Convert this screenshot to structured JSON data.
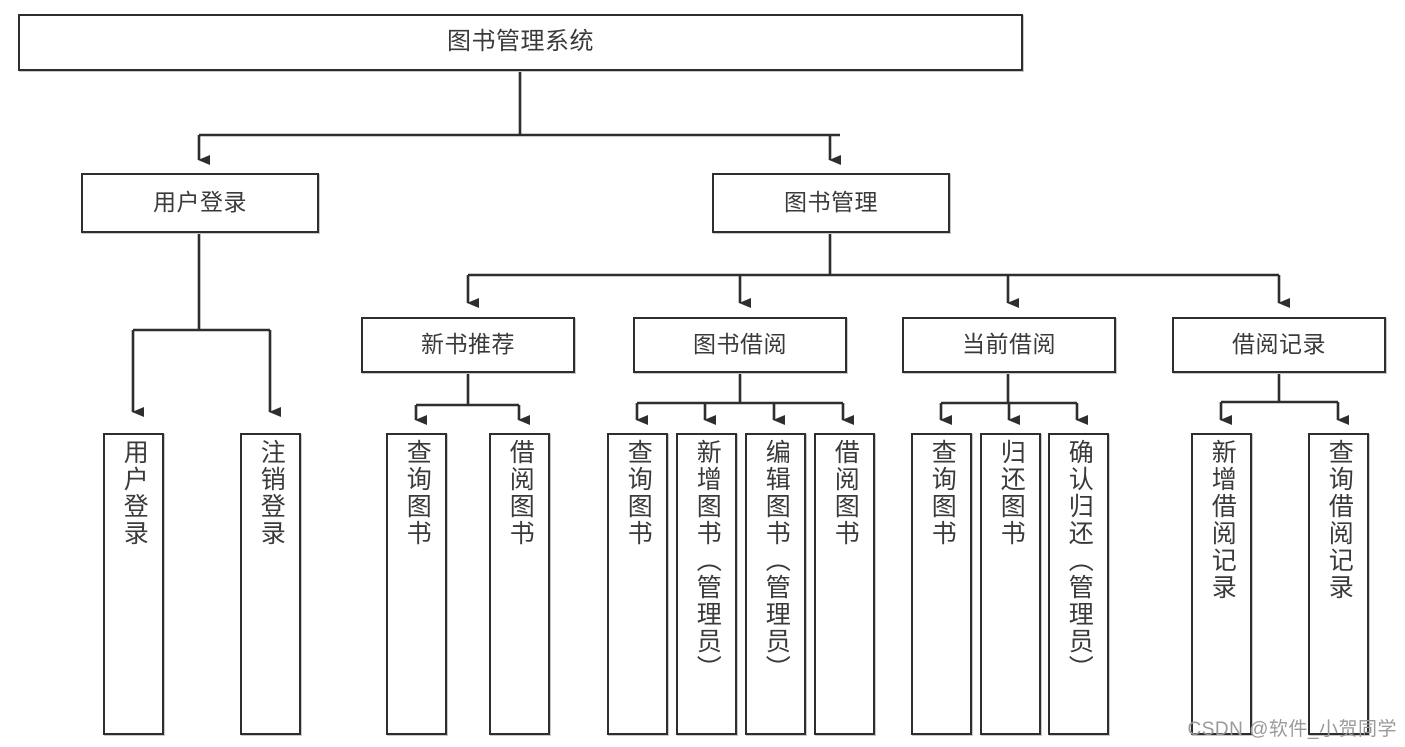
{
  "diagram": {
    "title": "图书管理系统",
    "type": "tree",
    "watermark": "CSDN @软件_小贺同学"
  },
  "nodes": {
    "root": {
      "label": "图书管理系统"
    },
    "level2": [
      {
        "id": "user-login",
        "label": "用户登录"
      },
      {
        "id": "book-manage",
        "label": "图书管理"
      }
    ],
    "level3": [
      {
        "id": "new-book-recommend",
        "label": "新书推荐"
      },
      {
        "id": "book-borrow",
        "label": "图书借阅"
      },
      {
        "id": "current-borrow",
        "label": "当前借阅"
      },
      {
        "id": "borrow-record",
        "label": "借阅记录"
      }
    ],
    "leaves": {
      "user_login": [
        {
          "id": "leaf-user-login",
          "label": "用户登录"
        },
        {
          "id": "leaf-logout-login",
          "label": "注销登录"
        }
      ],
      "new_book_recommend": [
        {
          "id": "leaf-query-book-1",
          "label": "查询图书"
        },
        {
          "id": "leaf-borrow-book-1",
          "label": "借阅图书"
        }
      ],
      "book_borrow": [
        {
          "id": "leaf-query-book-2",
          "label": "查询图书"
        },
        {
          "id": "leaf-add-book",
          "label": "新增图书（管理员）"
        },
        {
          "id": "leaf-edit-book",
          "label": "编辑图书（管理员）"
        },
        {
          "id": "leaf-borrow-book-2",
          "label": "借阅图书"
        }
      ],
      "current_borrow": [
        {
          "id": "leaf-query-book-3",
          "label": "查询图书"
        },
        {
          "id": "leaf-return-book",
          "label": "归还图书"
        },
        {
          "id": "leaf-confirm-return",
          "label": "确认归还（管理员）"
        }
      ],
      "borrow_record": [
        {
          "id": "leaf-add-record",
          "label": "新增借阅记录"
        },
        {
          "id": "leaf-query-record",
          "label": "查询借阅记录"
        }
      ]
    }
  },
  "style": {
    "border_color": "#2e2e2e",
    "text_color": "#3a3a3a",
    "background": "#ffffff",
    "connector_color": "#2e2e2e",
    "watermark_color": "#9a9a9a"
  }
}
